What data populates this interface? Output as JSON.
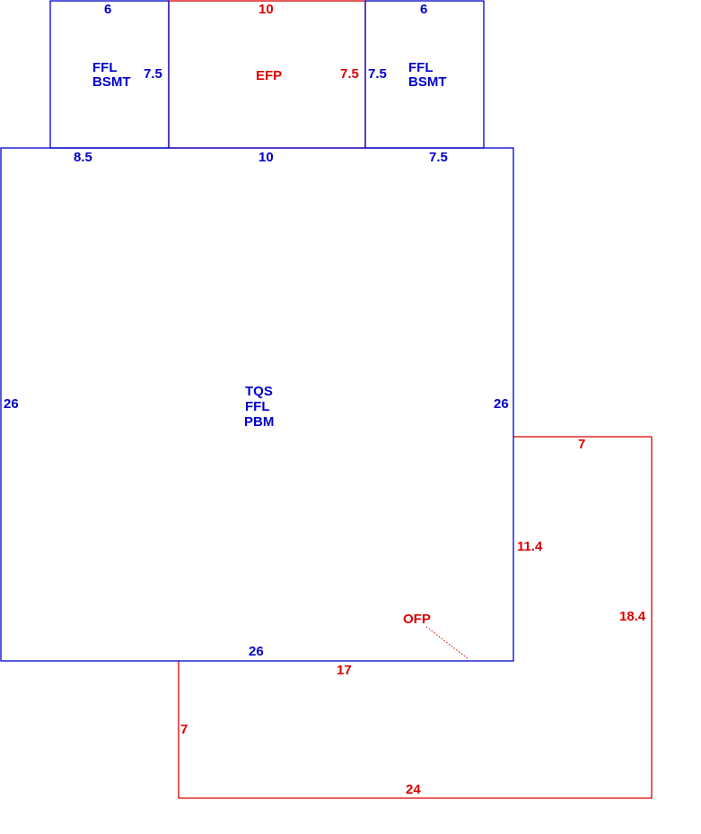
{
  "colors": {
    "main_structure": "#0000cc",
    "addition": "#dd0000"
  },
  "areas": {
    "main_house": {
      "codes": [
        "TQS",
        "FFL",
        "PBM"
      ]
    },
    "bsmt_left": {
      "codes": [
        "FFL",
        "BSMT"
      ]
    },
    "bsmt_right": {
      "codes": [
        "FFL",
        "BSMT"
      ]
    },
    "efp": {
      "label": "EFP"
    },
    "ofp": {
      "label": "OFP"
    }
  },
  "dimensions": {
    "bsmt_left_top": "6",
    "bsmt_left_right": "7.5",
    "efp_top": "10",
    "efp_left": "7.5",
    "bsmt_right_top": "6",
    "bsmt_right_left": "7.5",
    "main_top_left": "8.5",
    "main_top_mid": "10",
    "main_top_right": "7.5",
    "main_left": "26",
    "main_right": "26",
    "main_bottom": "26",
    "ofp_top": "7",
    "ofp_inner_right": "11.4",
    "ofp_outer_right": "18.4",
    "ofp_top_bottom_edge": "17",
    "ofp_left": "7",
    "ofp_bottom": "24"
  }
}
